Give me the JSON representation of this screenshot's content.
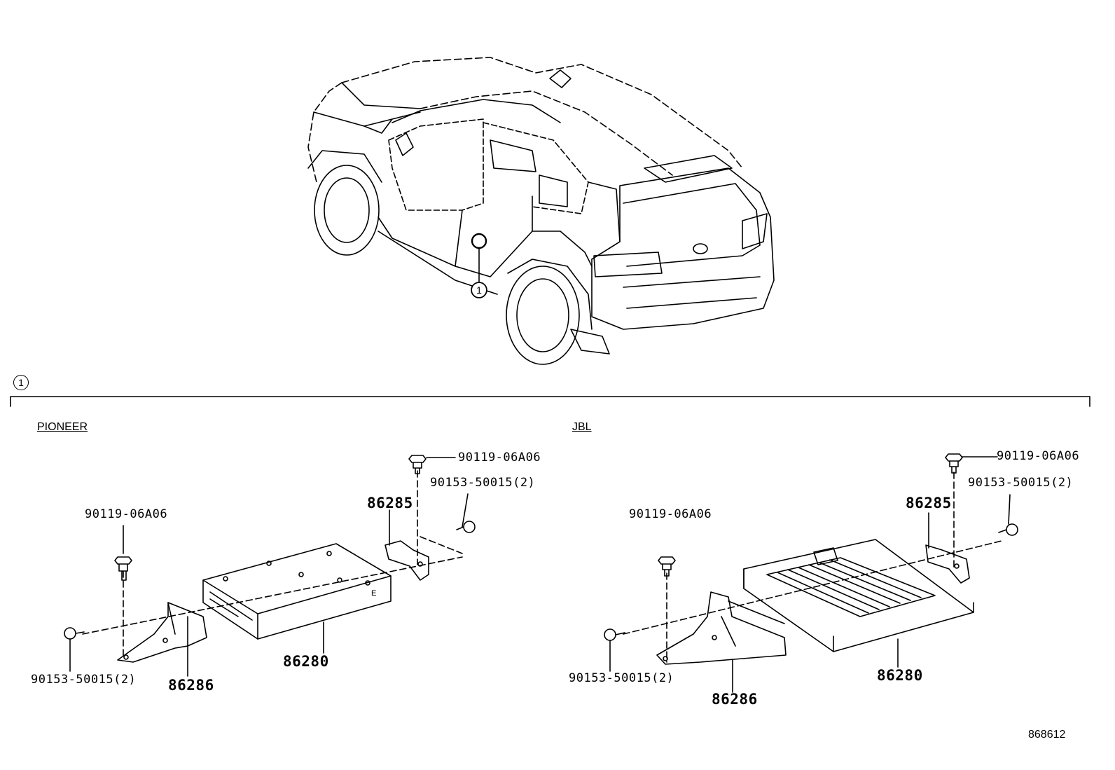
{
  "callouts": {
    "vehicle_ref": "1",
    "section_ref": "1"
  },
  "sections": {
    "left_title": "PIONEER",
    "right_title": "JBL"
  },
  "pioneer": {
    "bolt_top": "90119-06A06",
    "screw_top": "90153-50015(2)",
    "bracket_right": "86285",
    "bolt_left": "90119-06A06",
    "screw_left": "90153-50015(2)",
    "amplifier": "86280",
    "bracket_left": "86286"
  },
  "jbl": {
    "bolt_top": "90119-06A06",
    "screw_top": "90153-50015(2)",
    "bracket_right": "86285",
    "bolt_left": "90119-06A06",
    "screw_left": "90153-50015(2)",
    "amplifier": "86280",
    "bracket_left": "86286"
  },
  "diagram_code": "868612"
}
